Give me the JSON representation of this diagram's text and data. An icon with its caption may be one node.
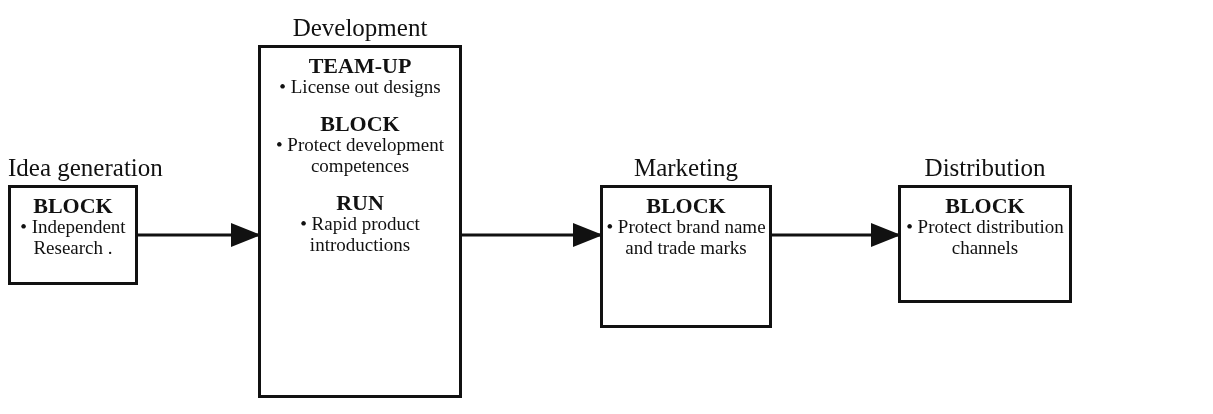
{
  "diagram": {
    "nodes": [
      {
        "text": [
          "Idea generation",
          "BLOCK",
          "• Independent Research ."
        ]
      },
      {
        "text": [
          "Development",
          "TEAM-UP",
          "• License out designs",
          "BLOCK",
          "• Protect development competences",
          "RUN",
          "• Rapid product introductions"
        ]
      },
      {
        "text": [
          "Marketing",
          "BLOCK",
          "• Protect brand name and trade marks"
        ]
      },
      {
        "text": [
          "Distribution",
          "BLOCK",
          "• Protect distribution channels"
        ]
      }
    ],
    "edges": [
      {
        "from": 0,
        "to": 1,
        "arrow": "to"
      },
      {
        "from": 1,
        "to": 2,
        "arrow": "to"
      },
      {
        "from": 2,
        "to": 3,
        "arrow": "to"
      }
    ]
  }
}
